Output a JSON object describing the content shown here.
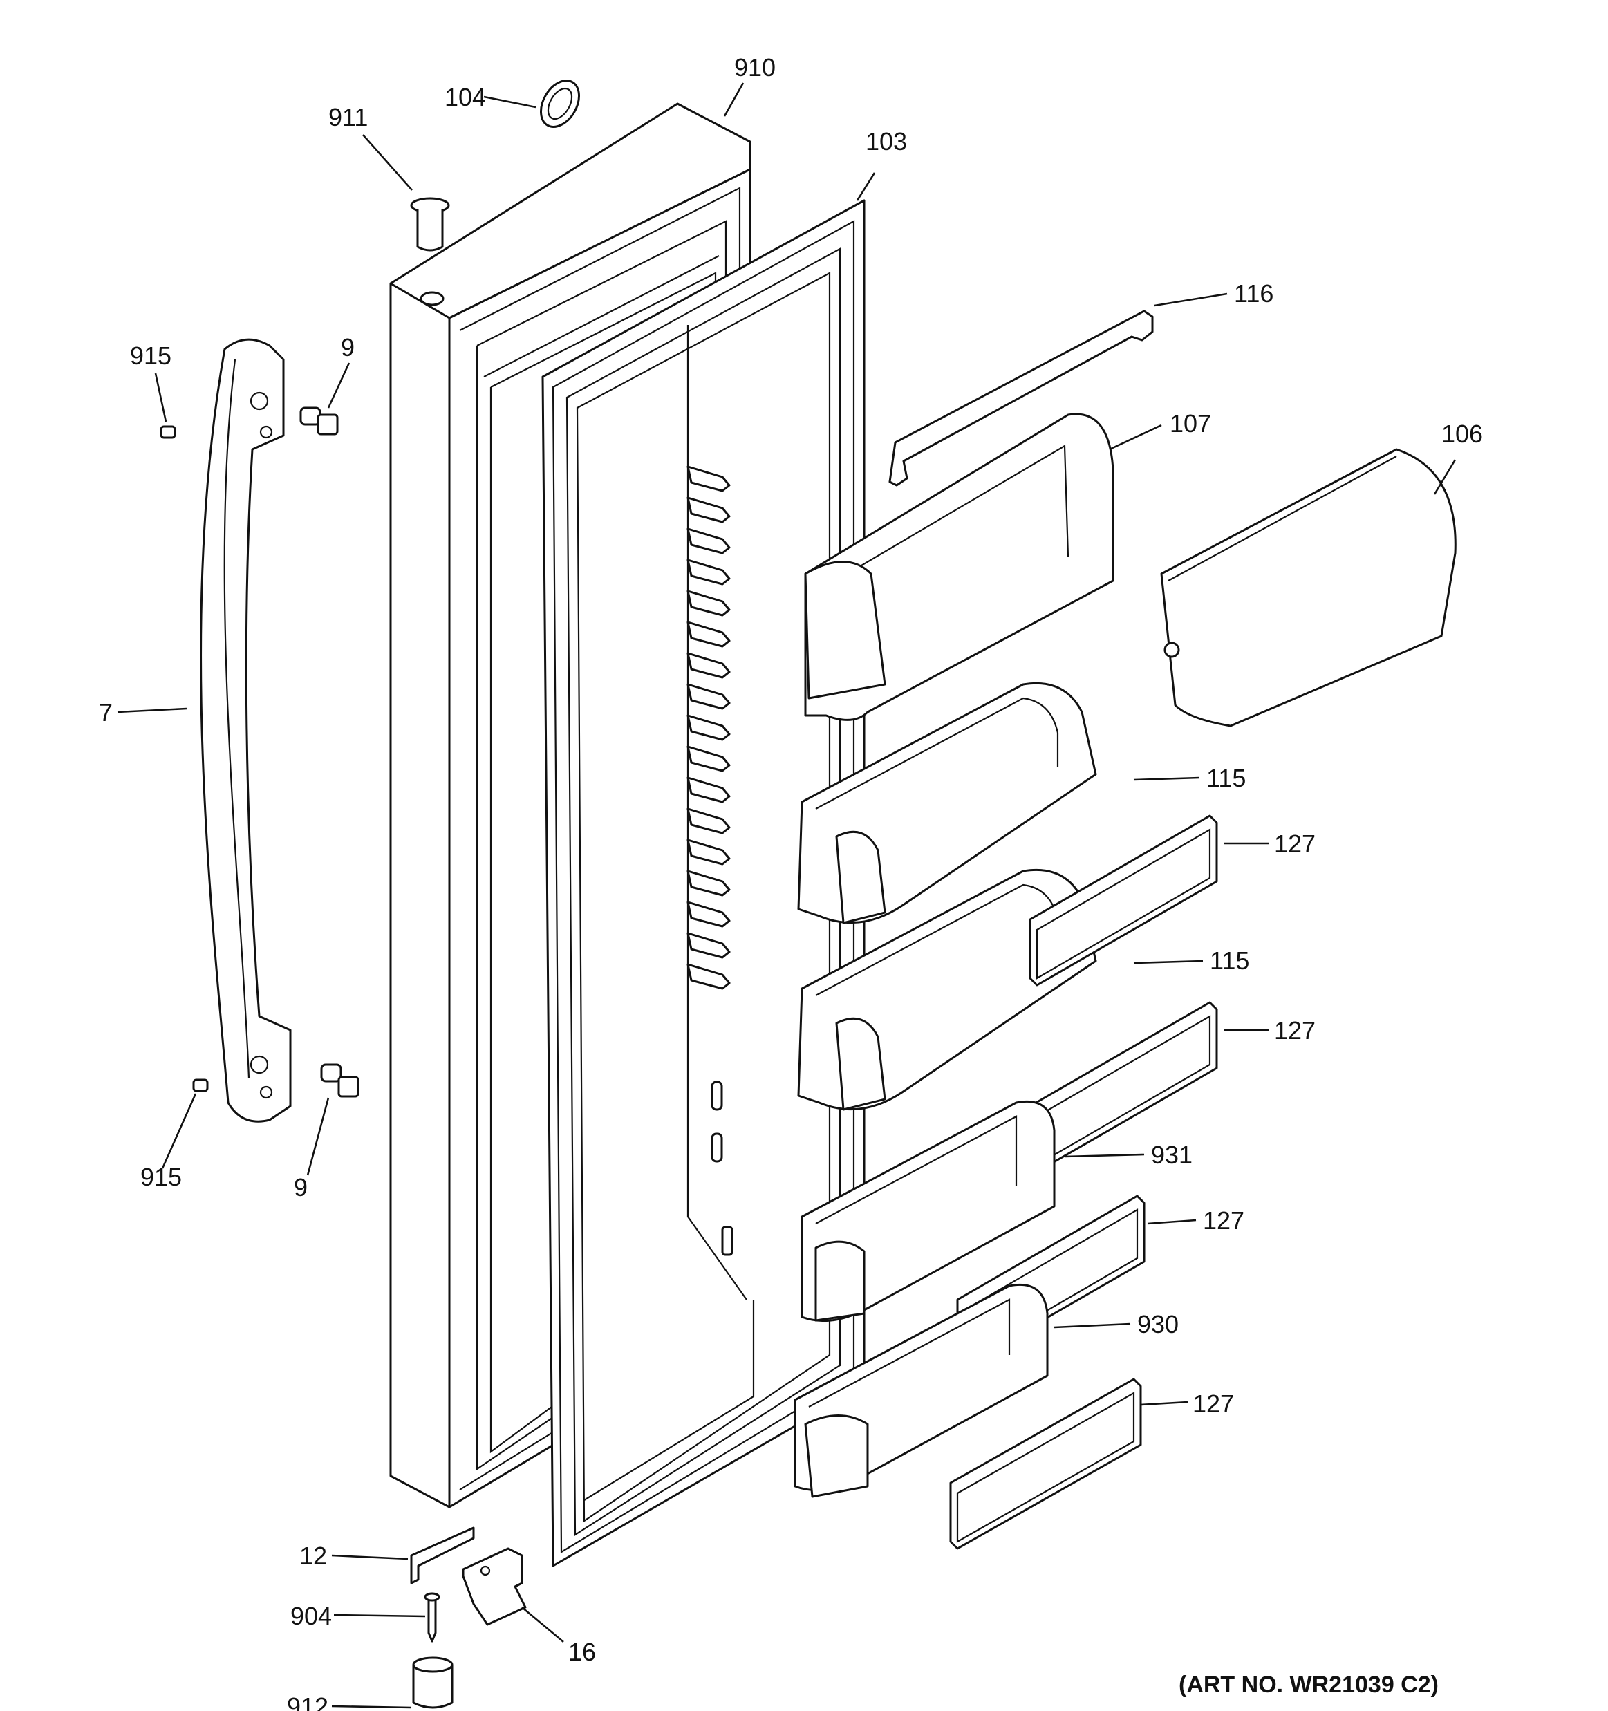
{
  "diagram": {
    "art_number": "(ART NO. WR21039 C2)",
    "callouts": {
      "c104": "104",
      "c910": "910",
      "c911": "911",
      "c103": "103",
      "c116": "116",
      "c915a": "915",
      "c9a": "9",
      "c107": "107",
      "c106": "106",
      "c7": "7",
      "c115a": "115",
      "c127a": "127",
      "c115b": "115",
      "c127b": "127",
      "c915b": "915",
      "c9b": "9",
      "c931": "931",
      "c127c": "127",
      "c930": "930",
      "c127d": "127",
      "c12": "12",
      "c904": "904",
      "c16": "16",
      "c912": "912"
    }
  }
}
